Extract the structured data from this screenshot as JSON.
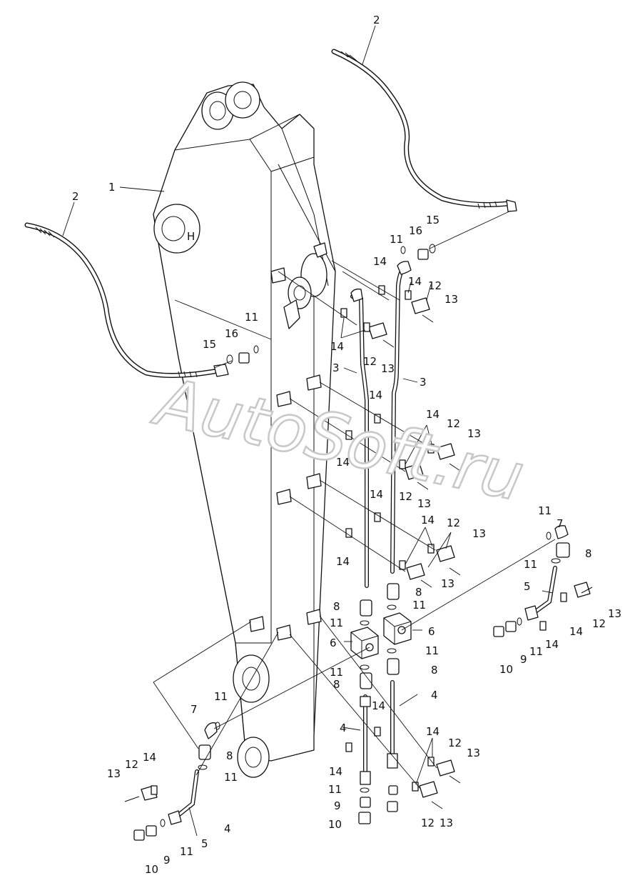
{
  "watermark": "AutoSoft.ru",
  "callouts": {
    "c1": "1",
    "c2": "2",
    "c3": "3",
    "c4": "4",
    "c5": "5",
    "c6": "6",
    "c7": "7",
    "c8": "8",
    "c9": "9",
    "c10": "10",
    "c11": "11",
    "c12": "12",
    "c13": "13",
    "c14": "14",
    "c15": "15",
    "c16": "16"
  }
}
